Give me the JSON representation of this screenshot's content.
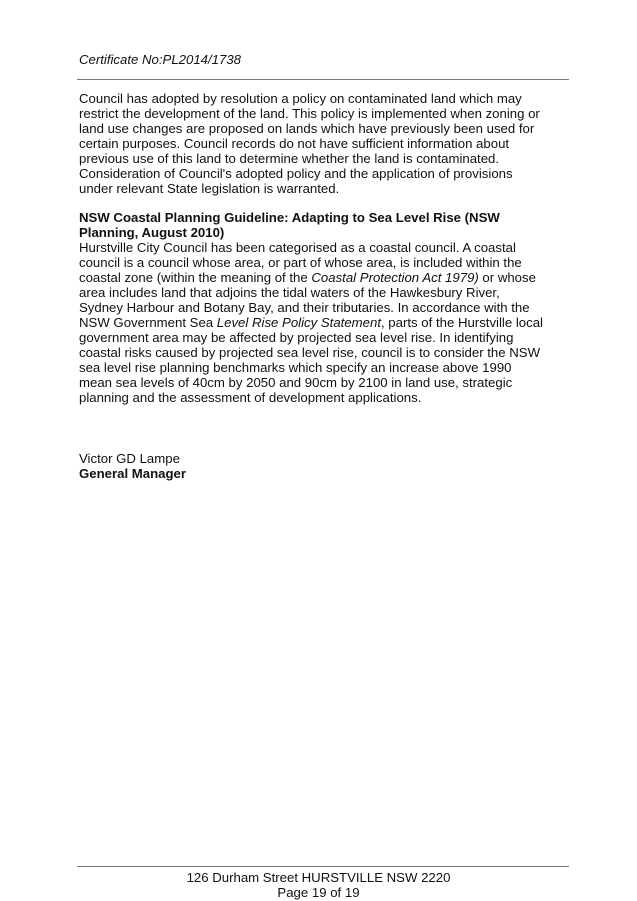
{
  "header": {
    "certificate": "Certificate No:PL2014/1738"
  },
  "contaminated_land": {
    "lines": [
      "Council has adopted by resolution a policy on contaminated land which may",
      "restrict the development of the land. This policy is implemented when zoning or",
      "land use changes are proposed on lands which have previously been used for",
      "certain purposes. Council records do not have sufficient information about",
      "previous use of this land to determine whether the land is contaminated.",
      "Consideration of Council's adopted policy and the application of provisions",
      "under relevant State legislation is warranted."
    ]
  },
  "coastal": {
    "heading_lines": [
      "NSW Coastal Planning Guideline: Adapting to Sea Level Rise (NSW",
      "Planning, August 2010)"
    ],
    "l1": "Hurstville City Council has been categorised as a coastal council.  A coastal",
    "l2": "council is a council whose area, or part of whose area, is included within the",
    "l3a": "coastal zone (within the meaning of the ",
    "l3b": "Coastal Protection Act 1979)",
    "l3c": " or whose",
    "l4": "area includes land that adjoins the tidal waters of the Hawkesbury River,",
    "l5": "Sydney Harbour and Botany Bay, and their tributaries.  In accordance with the",
    "l6a": "NSW Government Sea ",
    "l6b": "Level Rise Policy Statement",
    "l6c": ", parts of the Hurstville local",
    "l7": "government area may be affected by projected sea level rise.  In identifying",
    "l8": "coastal risks caused by projected sea level rise, council is to consider the NSW",
    "l9": "sea level rise planning benchmarks which specify an increase above 1990",
    "l10": "mean sea levels of 40cm by 2050 and 90cm by 2100 in land use, strategic",
    "l11": "planning and the assessment of development applications."
  },
  "signature": {
    "name": "Victor GD Lampe",
    "title": "General Manager"
  },
  "footer": {
    "address": "126 Durham Street HURSTVILLE  NSW  2220",
    "page": "Page 19 of 19"
  }
}
